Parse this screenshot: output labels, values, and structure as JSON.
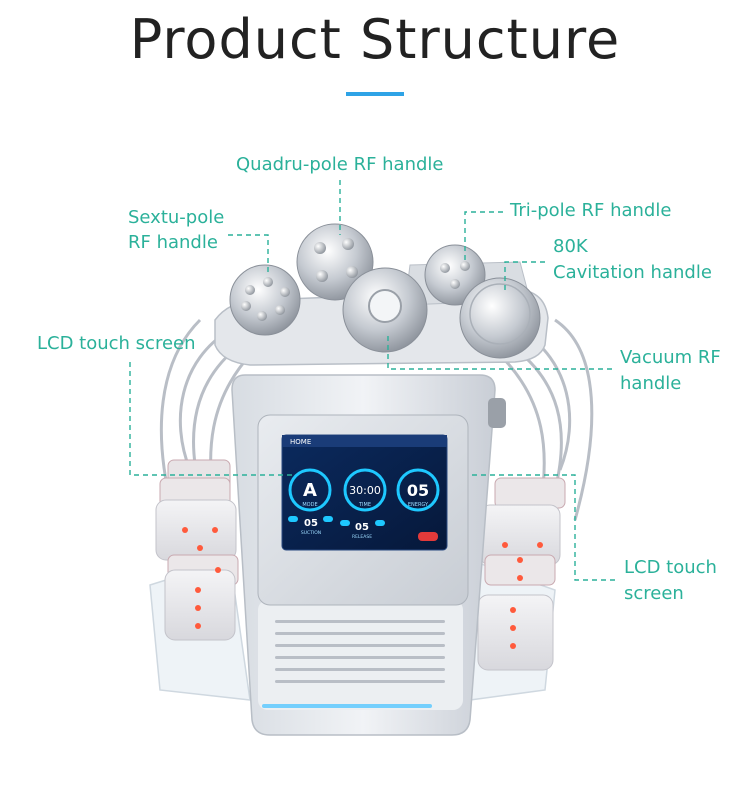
{
  "title": "Product Structure",
  "accent_color": "#2ea3e6",
  "label_color": "#2bb19a",
  "labels": {
    "quadru": "Quadru-pole RF handle",
    "sextu_1": "Sextu-pole",
    "sextu_2": "RF handle",
    "tri": "Tri-pole RF handle",
    "cav_1": "80K",
    "cav_2": "Cavitation handle",
    "lcd_left": "LCD  touch screen",
    "vacuum_1": "Vacuum RF",
    "vacuum_2": "handle",
    "lcd_right_1": "LCD  touch",
    "lcd_right_2": "screen"
  },
  "screen": {
    "home": "HOME",
    "mode_value": "A",
    "mode_label": "MODE",
    "time_value": "30:00",
    "time_label": "TIME",
    "energy_value": "05",
    "energy_label": "ENERGY",
    "suction_value": "05",
    "suction_label": "SUCTION",
    "release_value": "05",
    "release_label": "RELEASE"
  }
}
